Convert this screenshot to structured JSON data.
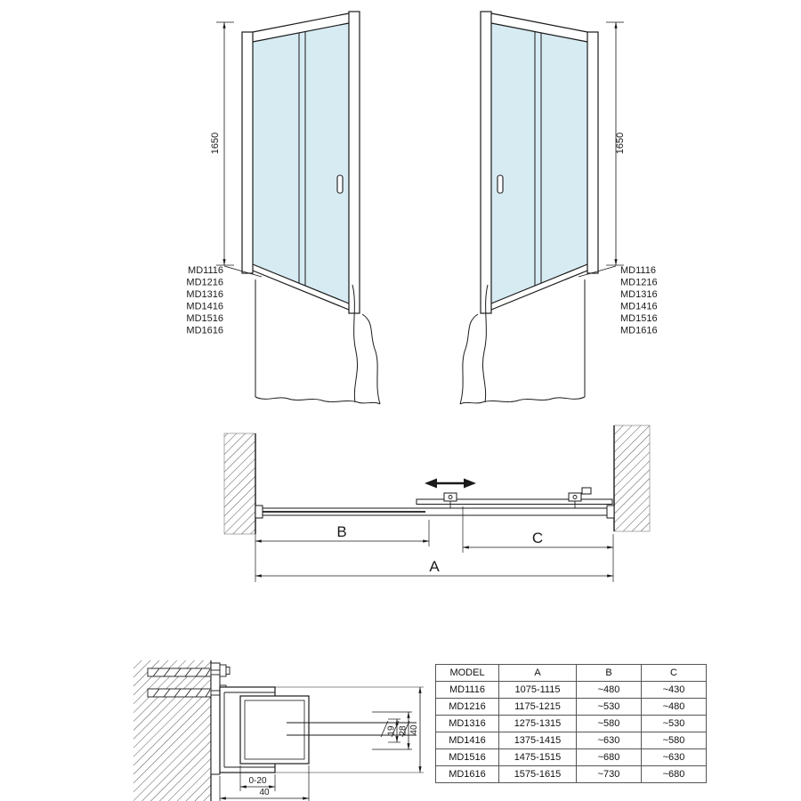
{
  "colors": {
    "glass": "#d7ebf3",
    "line": "#1a1a1a",
    "hatch": "#555555"
  },
  "front_views": {
    "height_dim": "1650",
    "models": [
      "MD1116",
      "MD1216",
      "MD1316",
      "MD1416",
      "MD1516",
      "MD1616"
    ]
  },
  "plan_view": {
    "dim_b": "B",
    "dim_c": "C",
    "dim_a": "A"
  },
  "detail_view": {
    "dim_glass_depth": "19",
    "dim_profile_inner": "28",
    "dim_profile_height": "40",
    "dim_adjustment": "0-20",
    "dim_profile_width": "40"
  },
  "spec_table": {
    "headers": [
      "MODEL",
      "A",
      "B",
      "C"
    ],
    "rows": [
      [
        "MD1116",
        "1075-1115",
        "~480",
        "~430"
      ],
      [
        "MD1216",
        "1175-1215",
        "~530",
        "~480"
      ],
      [
        "MD1316",
        "1275-1315",
        "~580",
        "~530"
      ],
      [
        "MD1416",
        "1375-1415",
        "~630",
        "~580"
      ],
      [
        "MD1516",
        "1475-1515",
        "~680",
        "~630"
      ],
      [
        "MD1616",
        "1575-1615",
        "~730",
        "~680"
      ]
    ]
  }
}
